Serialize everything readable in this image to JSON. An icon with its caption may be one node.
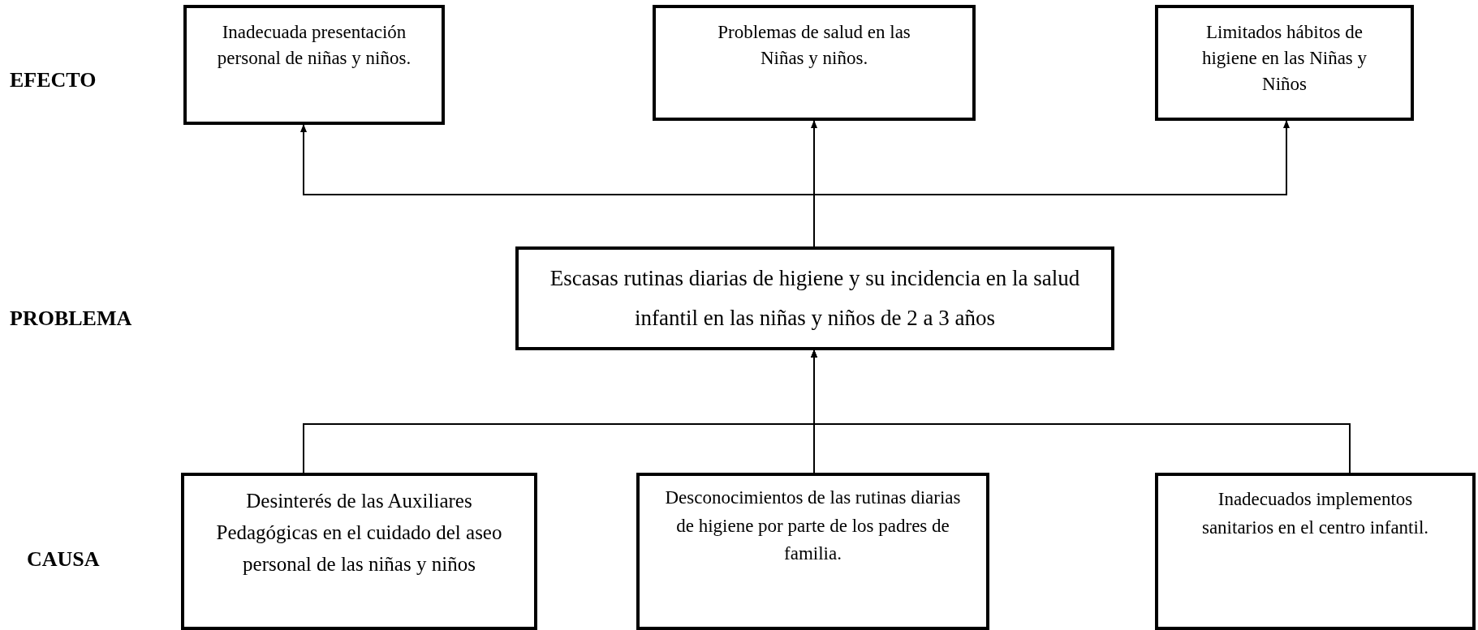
{
  "diagram": {
    "nodes": [
      {
        "text": [
          "Inadecuada presentación personal de niñas y niños."
        ]
      },
      {
        "text": [
          "Problemas de salud en las Niñas y niños."
        ]
      },
      {
        "text": [
          "Limitados hábitos de higiene en las Niñas y Niños"
        ]
      },
      {
        "text": [
          "Escasas rutinas diarias de higiene y su incidencia en la salud infantil en las niñas y niños de 2 a 3 años"
        ]
      },
      {
        "text": [
          "Desinterés de las Auxiliares Pedagógicas en el cuidado del aseo personal de las niñas y niños"
        ]
      },
      {
        "text": [
          "Desconocimientos de las rutinas diarias de higiene por parte de los padres de familia."
        ]
      },
      {
        "text": [
          "Inadecuados implementos sanitarios en el centro infantil."
        ]
      }
    ],
    "edges": [
      {
        "from": 3,
        "to": 0,
        "arrow": "to"
      },
      {
        "from": 3,
        "to": 1,
        "arrow": "to"
      },
      {
        "from": 3,
        "to": 2,
        "arrow": "to"
      },
      {
        "from": 4,
        "to": 3,
        "arrow": "to"
      },
      {
        "from": 5,
        "to": 3,
        "arrow": "to"
      },
      {
        "from": 6,
        "to": 3,
        "arrow": "to"
      }
    ],
    "labels": [
      "EFECTO",
      "PROBLEMA",
      "CAUSA"
    ]
  }
}
